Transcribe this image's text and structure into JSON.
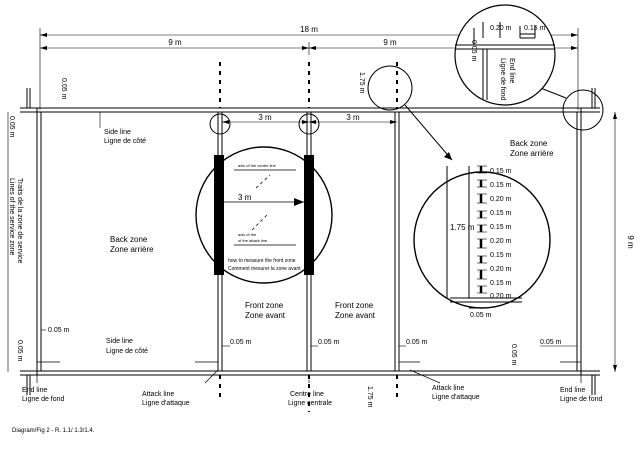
{
  "dims": {
    "total_length": "18 m",
    "half_left": "9 m",
    "half_right": "9 m",
    "width": "9 m",
    "attack_left": "3 m",
    "attack_right": "3 m",
    "zoom_3m": "3 m",
    "margin_005": "0.05 m",
    "post_175": "1.75 m",
    "zoom_175": "1.75 m",
    "zoom_020_a": "0.20 m",
    "zoom_015_b": "0.15 m"
  },
  "labels": {
    "side_line_top": [
      "Side line",
      "Ligne de côté"
    ],
    "side_line_bottom": [
      "Side line",
      "Ligne de côté"
    ],
    "service_zone": [
      "Lines of the service zone",
      "Traits de la zone de service"
    ],
    "back_zone_left": [
      "Back zone",
      "Zone arrière"
    ],
    "back_zone_right": [
      "Back zone",
      "Zone arrière"
    ],
    "front_zone_left": [
      "Front zone",
      "Zone avant"
    ],
    "front_zone_right": [
      "Front zone",
      "Zone avant"
    ],
    "end_line_left": [
      "End line",
      "Ligne de fond"
    ],
    "end_line_right": [
      "End line",
      "Ligne de fond"
    ],
    "attack_line_left": [
      "Attack line",
      "Ligne d'attaque"
    ],
    "attack_line_right": [
      "Attack line",
      "Ligne d'attaque"
    ],
    "centre_line": [
      "Centre line",
      "Ligne centrale"
    ],
    "zoom_end_line": [
      "End line",
      "Ligne de fond"
    ],
    "zoom_small_top": "axis of the centre line",
    "zoom_small_bottom": [
      "axis of the",
      "of the attack line"
    ],
    "zoom_measure": [
      "how to measure the front zone",
      "Comment mesurer la zone avant"
    ],
    "caption": "Diagram/Fig 2 - R. 1.1/ 1.3/1.4."
  },
  "service_segments": [
    "0.15 m",
    "0.15 m",
    "0.20 m",
    "0.15 m",
    "0.15 m",
    "0.20 m",
    "0.15 m",
    "0.20 m",
    "0.15 m",
    "0.20 m"
  ]
}
